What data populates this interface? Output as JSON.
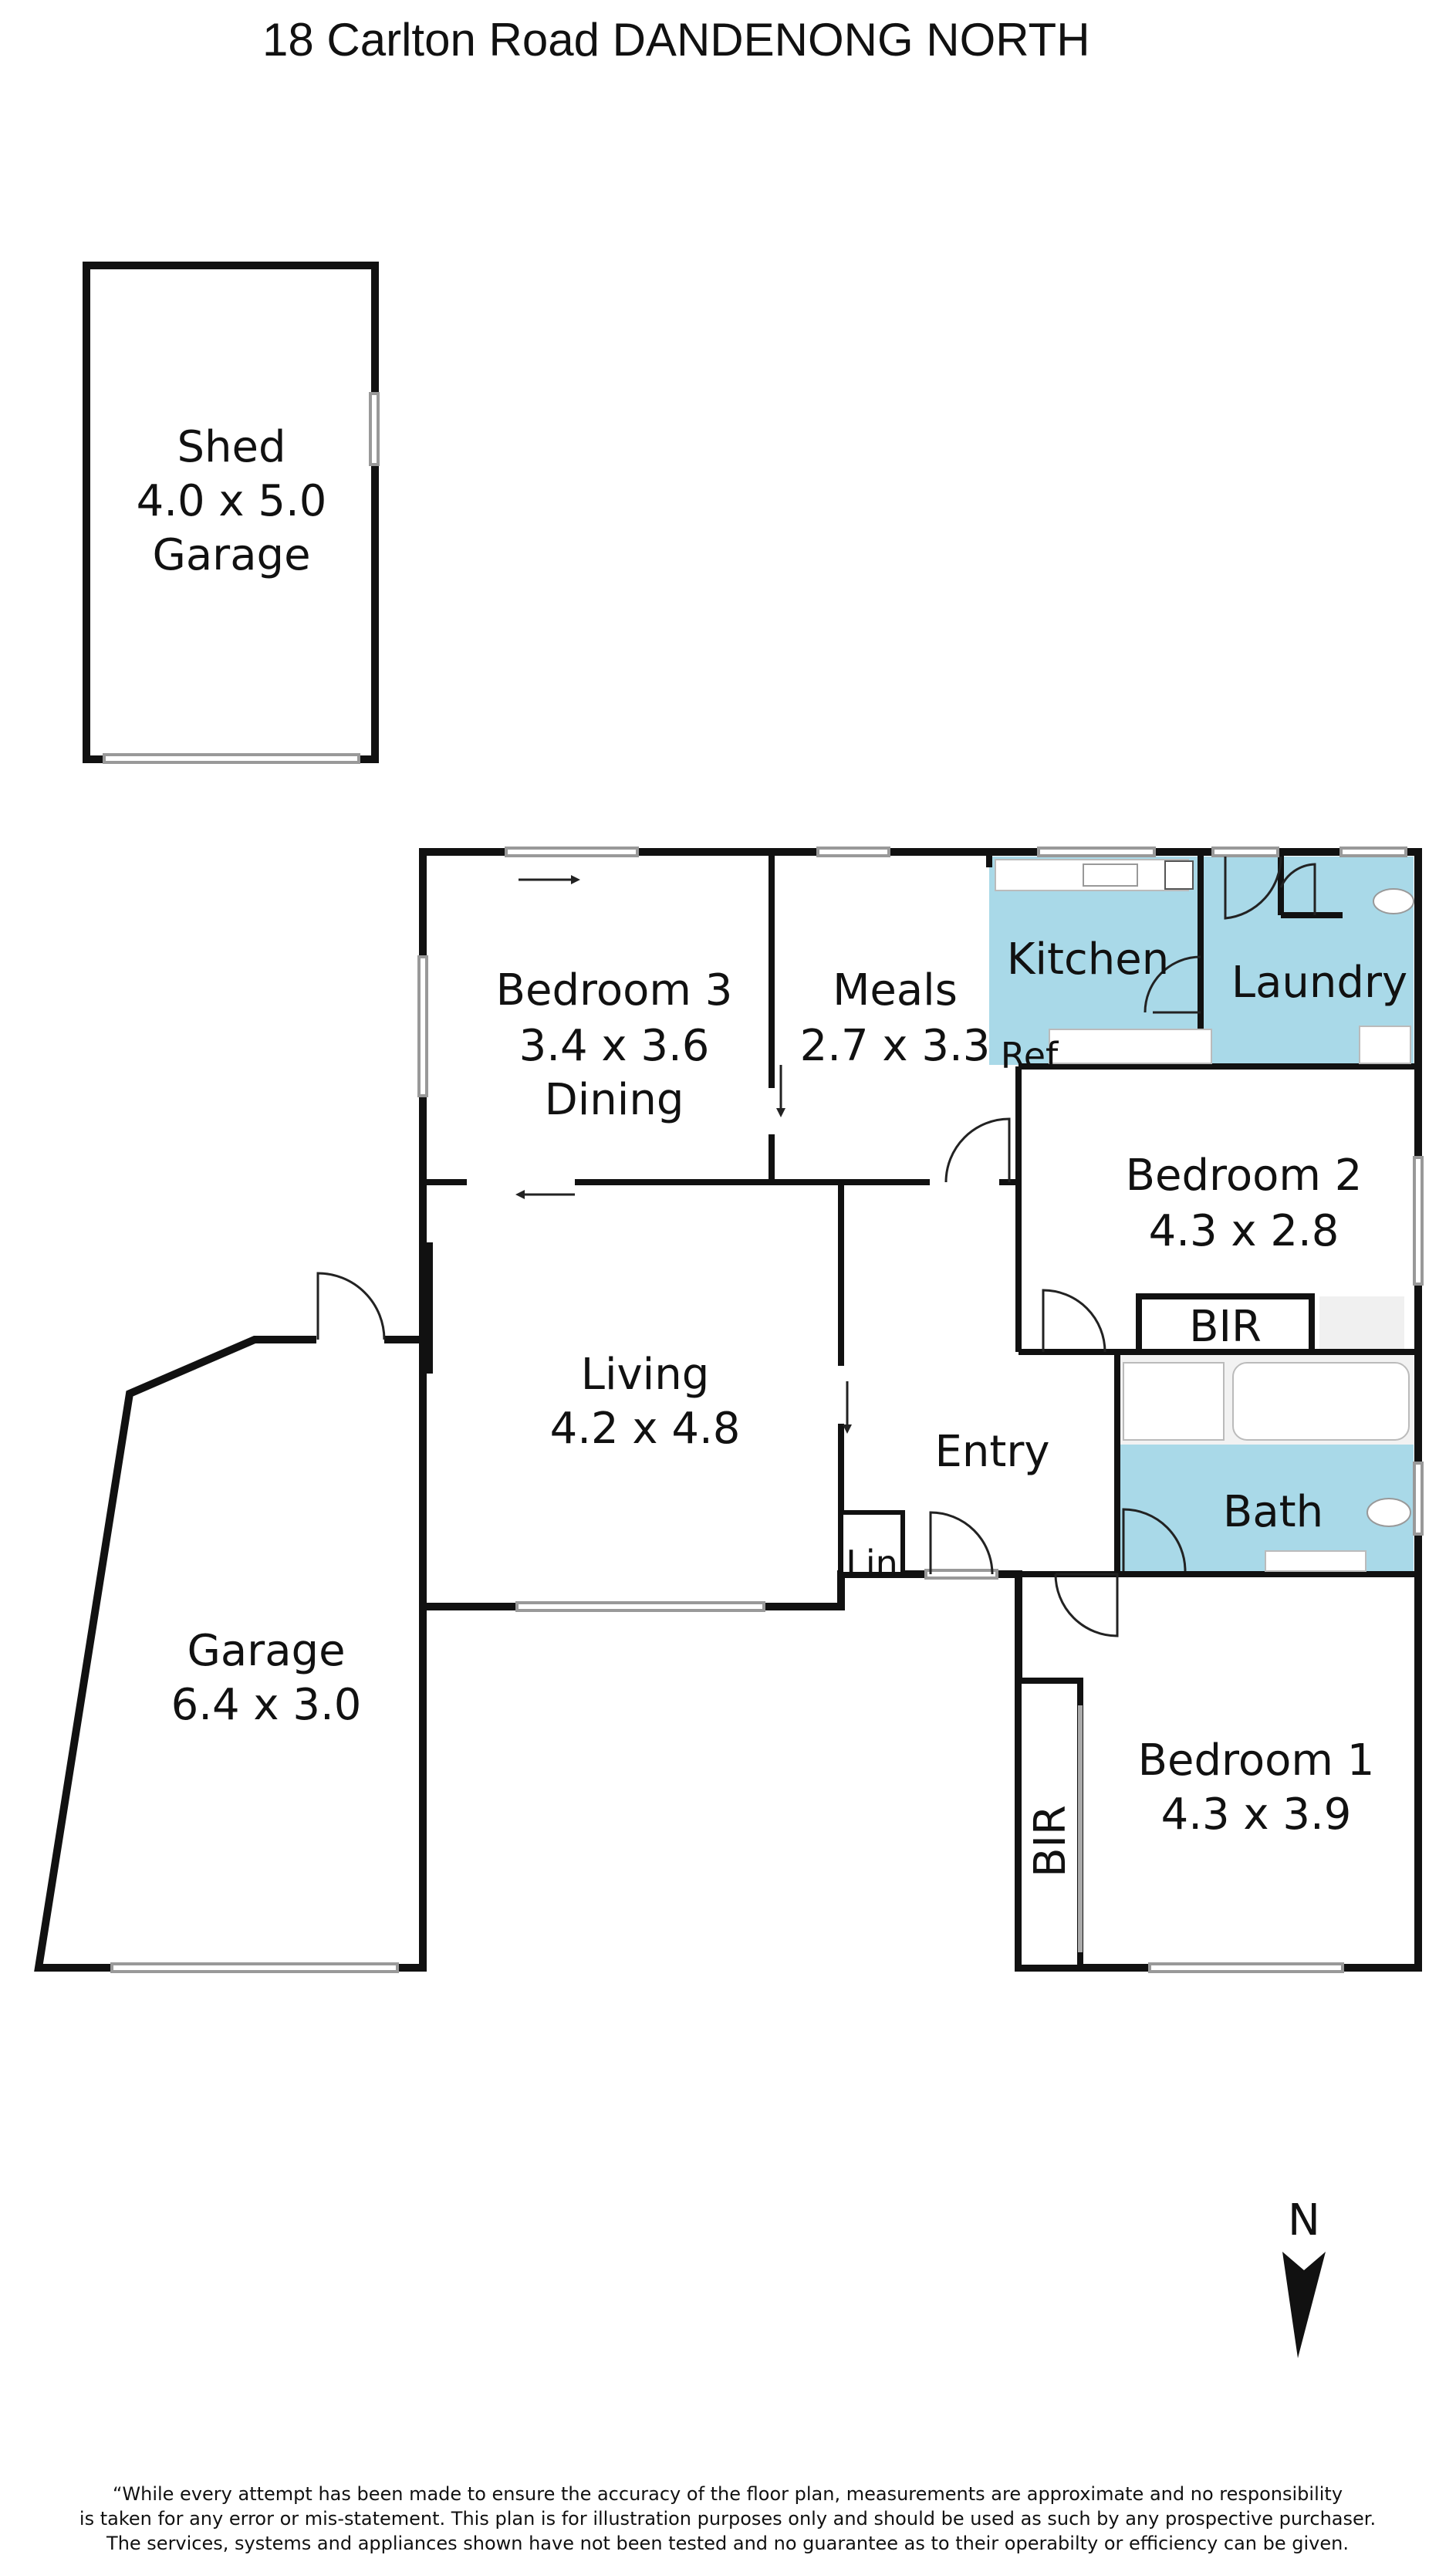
{
  "title": "18 Carlton Road DANDENONG NORTH",
  "rooms": {
    "shed": {
      "name": "Shed",
      "dims": "4.0 x 5.0",
      "extra": "Garage"
    },
    "bedroom3": {
      "name": "Bedroom 3",
      "dims": "3.4 x 3.6",
      "extra": "Dining"
    },
    "meals": {
      "name": "Meals",
      "dims": "2.7 x 3.3"
    },
    "kitchen": {
      "name": "Kitchen",
      "ref": "Ref"
    },
    "laundry": {
      "name": "Laundry"
    },
    "bedroom2": {
      "name": "Bedroom 2",
      "dims": "4.3 x 2.8",
      "bir": "BIR"
    },
    "living": {
      "name": "Living",
      "dims": "4.2 x 4.8"
    },
    "entry": {
      "name": "Entry"
    },
    "lin": {
      "name": "Lin"
    },
    "bath": {
      "name": "Bath"
    },
    "garage": {
      "name": "Garage",
      "dims": "6.4 x 3.0"
    },
    "bedroom1": {
      "name": "Bedroom 1",
      "dims": "4.3 x 3.9",
      "bir": "BIR"
    }
  },
  "compass": {
    "label": "N"
  },
  "disclaimer": [
    "“While every attempt has been made to ensure the accuracy of the floor plan, measurements are approximate and no responsibility",
    "is taken for any error or mis-statement. This plan is for illustration purposes only and should be used as such by any prospective purchaser.",
    "The services, systems and appliances shown have not been tested and no guarantee as to their operabilty or efficiency can be given."
  ],
  "colors": {
    "wet_area": "#a9d9e8",
    "outbuilding": "#dcdcdc",
    "wall": "#111111"
  }
}
